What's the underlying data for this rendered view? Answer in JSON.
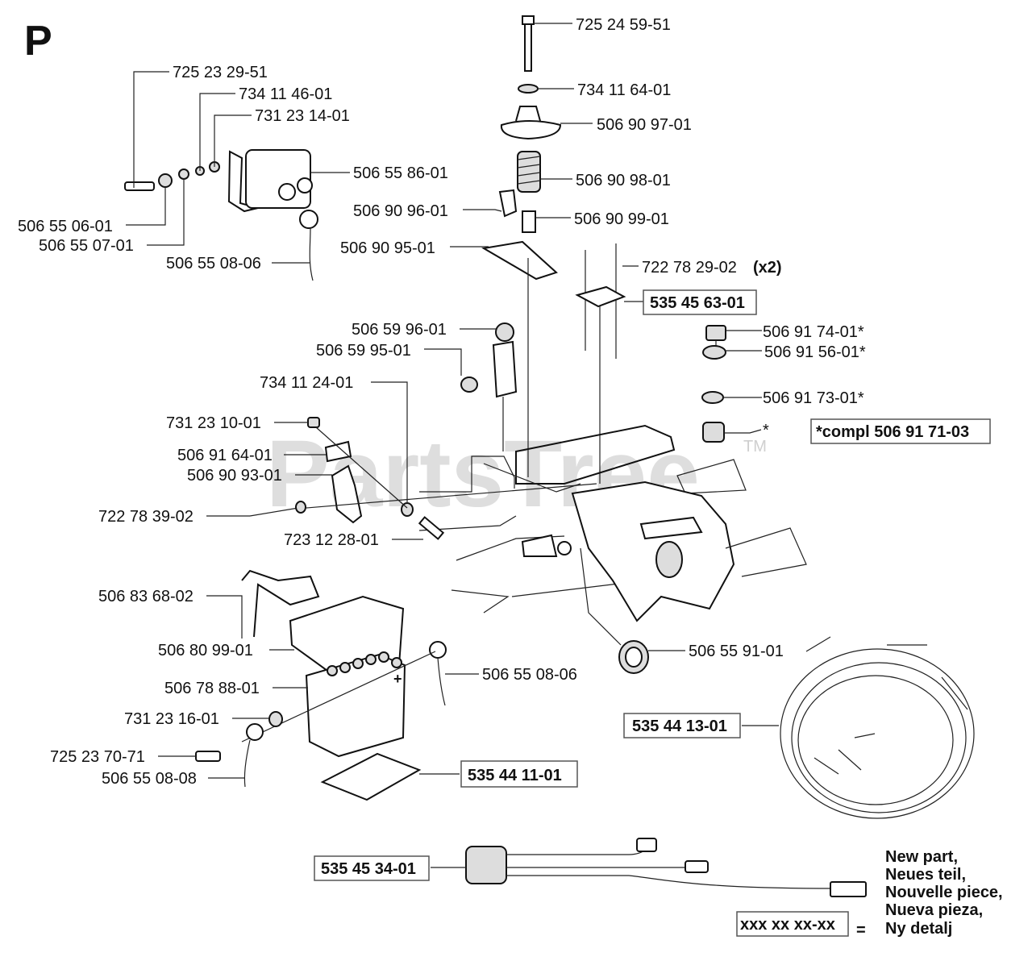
{
  "page_letter": "P",
  "watermark": "PartsTree",
  "trademark": "TM",
  "labels": {
    "l01": "725 23 29-51",
    "l02": "734 11 46-01",
    "l03": "731 23 14-01",
    "l04": "506 55 86-01",
    "l05": "506 55 06-01",
    "l06": "506 55 07-01",
    "l07": "506 55 08-06",
    "l08": "725 24 59-51",
    "l09": "734 11 64-01",
    "l10": "506 90 97-01",
    "l11": "506 90 98-01",
    "l12": "506 90 96-01",
    "l13": "506 90 99-01",
    "l14": "506 90 95-01",
    "l15": "722 78 29-02",
    "l15x": "(x2)",
    "l16": "535 45 63-01",
    "l17": "506 59 96-01",
    "l18": "506 59 95-01",
    "l19": "506 91 74-01*",
    "l20": "506 91 56-01*",
    "l21": "506 91 73-01*",
    "l22": "*",
    "l23": "*compl 506 91 71-03",
    "l24": "734 11 24-01",
    "l25": "731 23 10-01",
    "l26": "506 91 64-01",
    "l27": "506 90 93-01",
    "l28": "722 78 39-02",
    "l29": "723 12 28-01",
    "l30": "506 83 68-02",
    "l31": "506 80 99-01",
    "l32": "506 55 08-06",
    "l33": "506 55 91-01",
    "l34": "506 78 88-01",
    "l35": "731 23 16-01",
    "l36": "535 44 13-01",
    "l37": "725 23 70-71",
    "l38": "506 55 08-08",
    "l39": "535 44 11-01",
    "l40": "535 45 34-01"
  },
  "legend": {
    "sample": "xxx xx xx-xx",
    "equals": "=",
    "lines": [
      "New part,",
      "Neues teil,",
      "Nouvelle piece,",
      "Nueva pieza,",
      "Ny detalj"
    ]
  }
}
